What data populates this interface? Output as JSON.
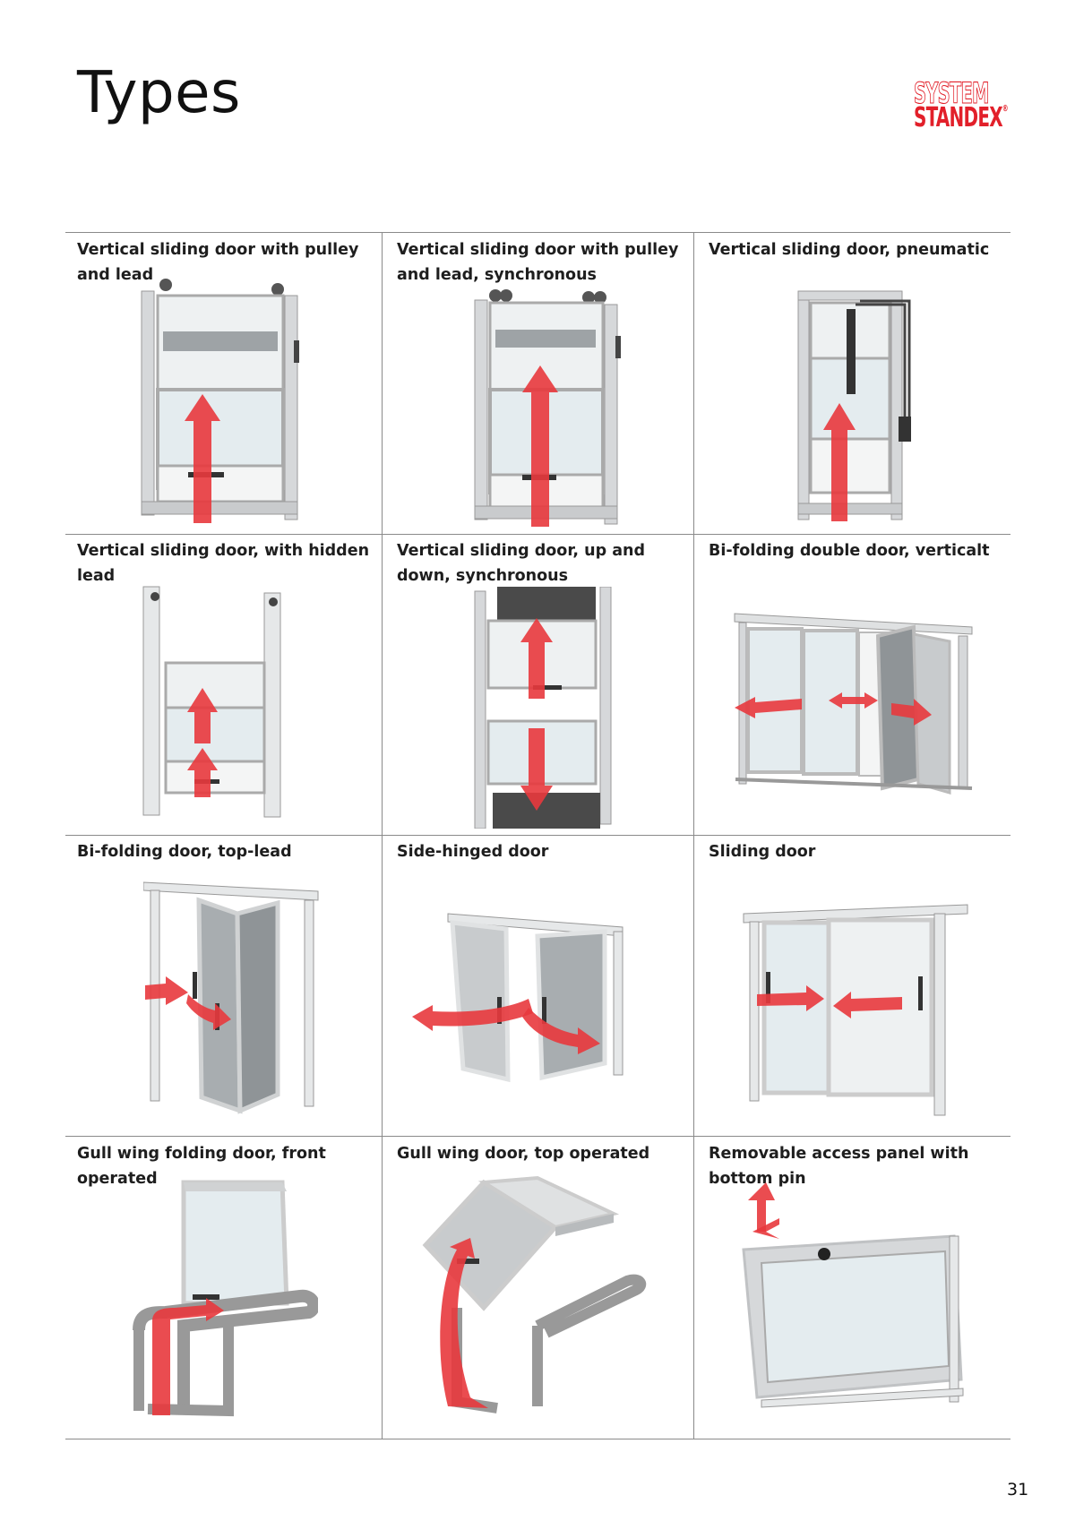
{
  "page": {
    "title": "Types",
    "page_number": "31"
  },
  "logo": {
    "line1": "SYSTEM",
    "line2": "STANDEX",
    "mark": "®",
    "color": "#e2202a"
  },
  "grid": [
    [
      "Vertical sliding door with pulley and lead",
      "Vertical sliding door with pulley and lead, synchronous",
      "Vertical sliding door, pneumatic"
    ],
    [
      "Vertical sliding door, with hidden lead",
      "Vertical sliding door, up and down, synchronous",
      "Bi-folding double door, verticalt"
    ],
    [
      "Bi-folding door, top-lead",
      "Side-hinged door",
      "Sliding door"
    ],
    [
      "Gull wing folding door, front operated",
      "Gull wing door, top operated",
      "Removable access panel with bottom pin"
    ]
  ],
  "colors": {
    "arrow": "#e8383d",
    "frame": "#cfd2d4",
    "glass": "#e4ecef",
    "rule": "#8a8a8a"
  }
}
